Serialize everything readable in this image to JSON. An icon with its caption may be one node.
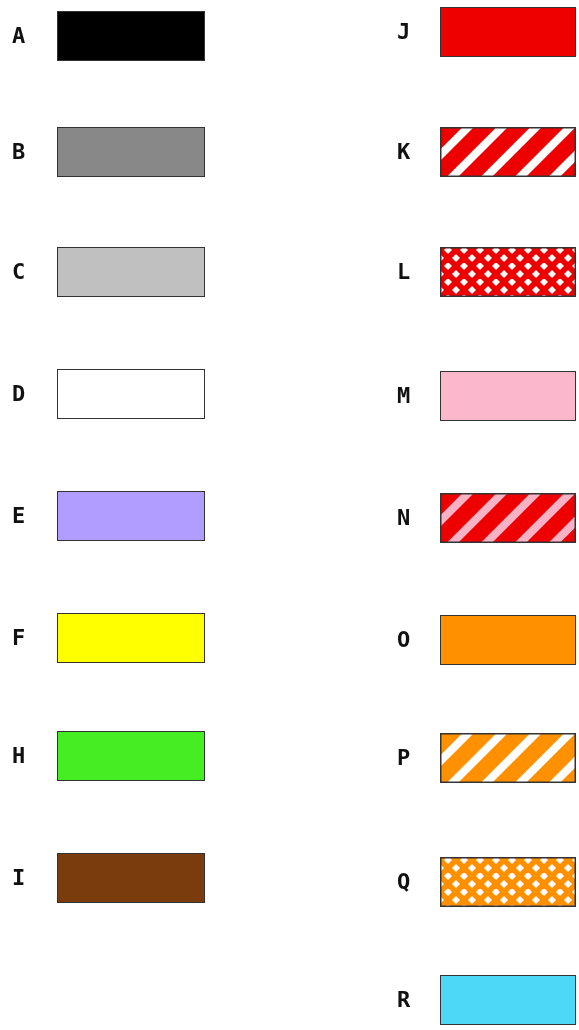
{
  "diagram": {
    "legend": [
      {
        "text": "A",
        "color": "#000000"
      },
      {
        "text": "B",
        "color": "#888888"
      },
      {
        "text": "C",
        "color": "#c0c0c0"
      },
      {
        "text": "D",
        "color": "#ffffff"
      },
      {
        "text": "E",
        "color": "#b19cff"
      },
      {
        "text": "F",
        "color": "#ffff00"
      },
      {
        "text": "H",
        "color": "#44ee22"
      },
      {
        "text": "I",
        "color": "#7a3c0c"
      },
      {
        "text": "J",
        "color": "#ee0000"
      },
      {
        "text": "K"
      },
      {
        "text": "L"
      },
      {
        "text": "M",
        "color": "#fbb8cc"
      },
      {
        "text": "N"
      },
      {
        "text": "O",
        "color": "#ff9100"
      },
      {
        "text": "P"
      },
      {
        "text": "Q"
      },
      {
        "text": "R",
        "color": "#4dd8f7"
      }
    ]
  }
}
